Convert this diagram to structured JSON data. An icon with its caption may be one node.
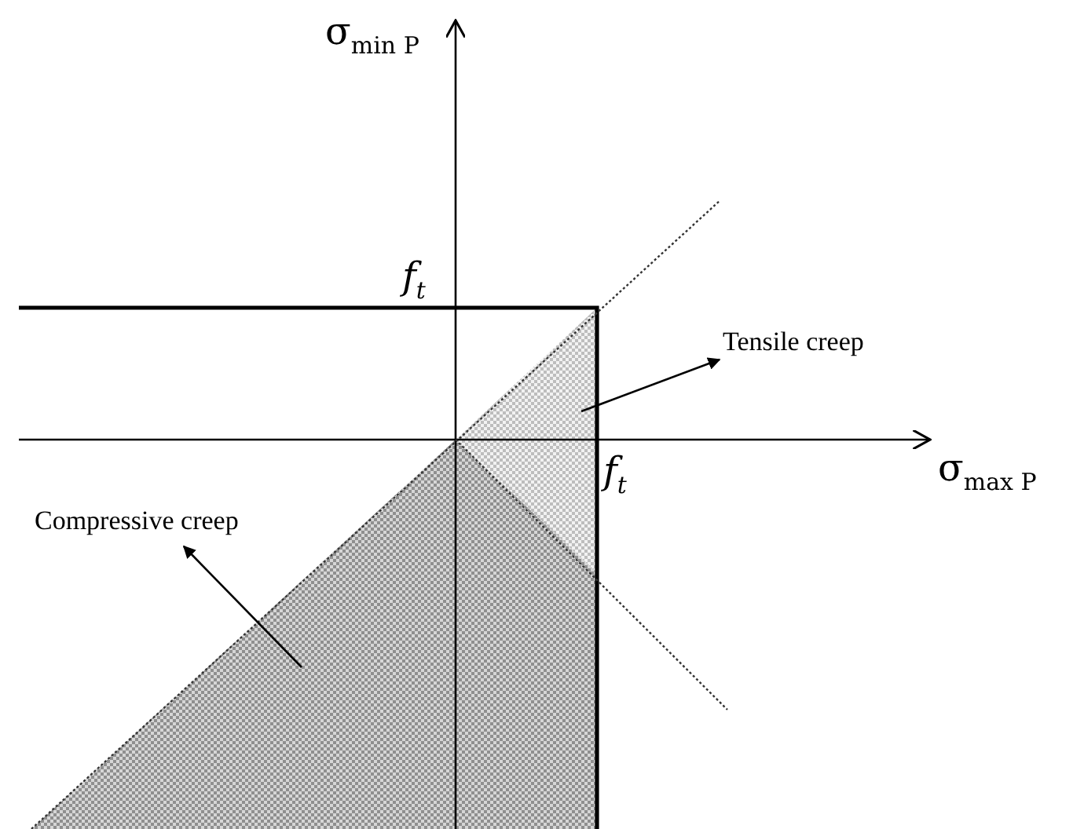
{
  "diagram": {
    "nodes": [
      {
        "text": [
          "Tensile creep"
        ]
      },
      {
        "text": [],
        "shape": "triangle"
      },
      {
        "text": [
          "Compressive creep"
        ]
      },
      {
        "text": [],
        "shape": "polygon"
      }
    ],
    "edges": [
      {
        "from": 1,
        "to": 0,
        "arrow": "to"
      },
      {
        "from": 3,
        "to": 2,
        "arrow": "to"
      }
    ],
    "labels": [
      "σ$_{min P}$",
      "f$_{t}$",
      "f$_{t}$",
      "σ$_{max P}$"
    ]
  }
}
